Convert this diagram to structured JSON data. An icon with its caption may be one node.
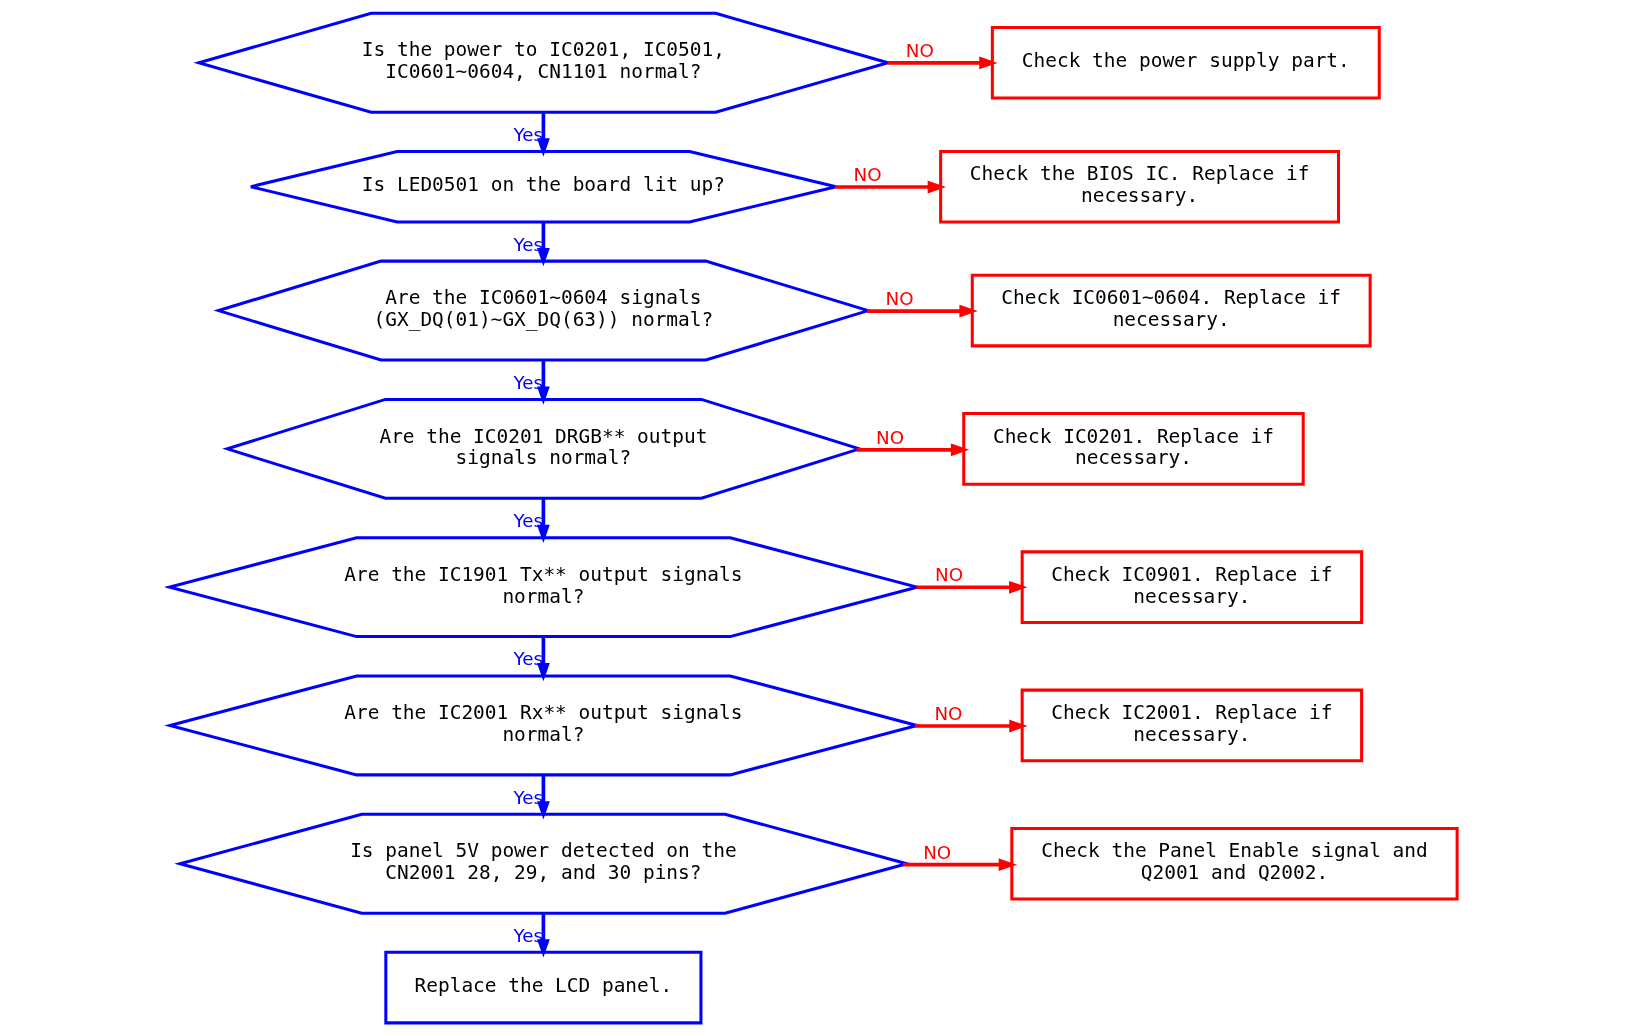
{
  "diagram": {
    "nodes": [
      {
        "text": [
          "Is the power to IC0201, IC0501, IC0601~0604, CN1101 normal?"
        ]
      },
      {
        "text": [
          "Check the power supply part."
        ]
      },
      {
        "text": [
          "Is LED0501 on the board lit up?"
        ]
      },
      {
        "text": [
          "Check the BIOS IC. Replace if necessary."
        ]
      },
      {
        "text": [
          "Are the IC0601~0604 signals (GX_DQ(01)~GX_DQ(63)) normal?"
        ]
      },
      {
        "text": [
          "Check IC0601~0604. Replace if necessary."
        ]
      },
      {
        "text": [
          "Are the IC0201 DRGB** output signals normal?"
        ]
      },
      {
        "text": [
          "Check IC0201. Replace if necessary."
        ]
      },
      {
        "text": [
          "Are the IC1901 Tx** output signals normal?"
        ]
      },
      {
        "text": [
          "Check IC0901. Replace if necessary."
        ]
      },
      {
        "text": [
          "Are the IC2001 Rx** output signals normal?"
        ]
      },
      {
        "text": [
          "Check IC2001. Replace if necessary."
        ]
      },
      {
        "text": [
          "Is panel 5V power detected on the CN2001 28, 29, and 30 pins?"
        ]
      },
      {
        "text": [
          "Check the Panel Enable signal and Q2001 and Q2002."
        ]
      },
      {
        "text": [
          "Replace the LCD panel."
        ]
      }
    ],
    "edges": [
      {
        "from": 0,
        "to": 1,
        "arrow": "to",
        "label": "NO",
        "color": "#ff0000"
      },
      {
        "from": 0,
        "to": 2,
        "arrow": "to",
        "label": "Yes",
        "color": "#0000ff"
      },
      {
        "from": 2,
        "to": 3,
        "arrow": "to",
        "label": "NO",
        "color": "#ff0000"
      },
      {
        "from": 2,
        "to": 4,
        "arrow": "to",
        "label": "Yes",
        "color": "#0000ff"
      },
      {
        "from": 4,
        "to": 5,
        "arrow": "to",
        "label": "NO",
        "color": "#ff0000"
      },
      {
        "from": 4,
        "to": 6,
        "arrow": "to",
        "label": "Yes",
        "color": "#0000ff"
      },
      {
        "from": 6,
        "to": 7,
        "arrow": "to",
        "label": "NO",
        "color": "#ff0000"
      },
      {
        "from": 6,
        "to": 8,
        "arrow": "to",
        "label": "Yes",
        "color": "#0000ff"
      },
      {
        "from": 8,
        "to": 9,
        "arrow": "to",
        "label": "NO",
        "color": "#ff0000"
      },
      {
        "from": 8,
        "to": 10,
        "arrow": "to",
        "label": "Yes",
        "color": "#0000ff"
      },
      {
        "from": 10,
        "to": 11,
        "arrow": "to",
        "label": "NO",
        "color": "#ff0000"
      },
      {
        "from": 10,
        "to": 12,
        "arrow": "to",
        "label": "Yes",
        "color": "#0000ff"
      },
      {
        "from": 12,
        "to": 13,
        "arrow": "to",
        "label": "NO",
        "color": "#ff0000"
      },
      {
        "from": 12,
        "to": 14,
        "arrow": "to",
        "label": "Yes",
        "color": "#0000ff"
      }
    ]
  }
}
